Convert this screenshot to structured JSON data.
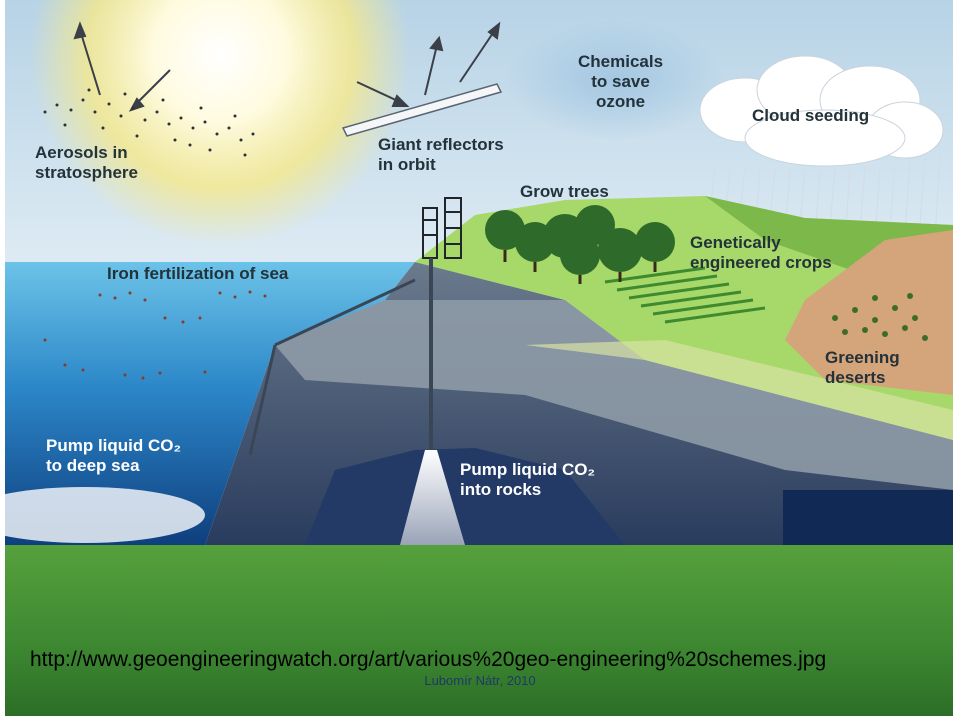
{
  "diagram": {
    "labels": {
      "aerosols": "Aerosols in\nstratosphere",
      "reflectors": "Giant reflectors\nin orbit",
      "chemicals": "Chemicals\nto save\nozone",
      "cloud_seeding": "Cloud seeding",
      "grow_trees": "Grow trees",
      "gm_crops": "Genetically\nengineered crops",
      "iron_fertilization": "Iron fertilization of sea",
      "greening_deserts": "Greening\ndeserts",
      "pump_sea": "Pump liquid CO₂\nto deep sea",
      "pump_rocks": "Pump liquid CO₂\ninto rocks"
    }
  },
  "footer": {
    "source_url": "http://www.geoengineeringwatch.org/art/various%20geo-engineering%20schemes.jpg",
    "author": "Lubomír Nátr, 2010"
  }
}
